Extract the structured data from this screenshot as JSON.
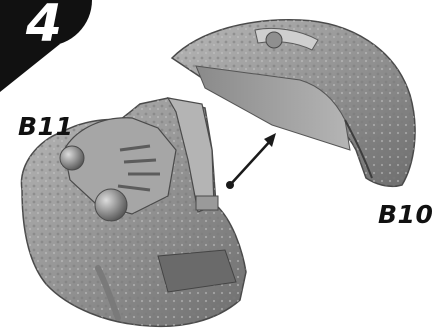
{
  "step": {
    "number": "4"
  },
  "parts": {
    "left_label": "B11",
    "right_label": "B10"
  },
  "colors": {
    "badge": "#111111",
    "model_fill": "#9c9c9c",
    "model_shadow": "#5f5f5f",
    "model_highlight": "#cfcfcf",
    "arrow": "#1a1a1a"
  },
  "icons": {
    "assembly_arrow": "arrow-up-right-icon"
  }
}
